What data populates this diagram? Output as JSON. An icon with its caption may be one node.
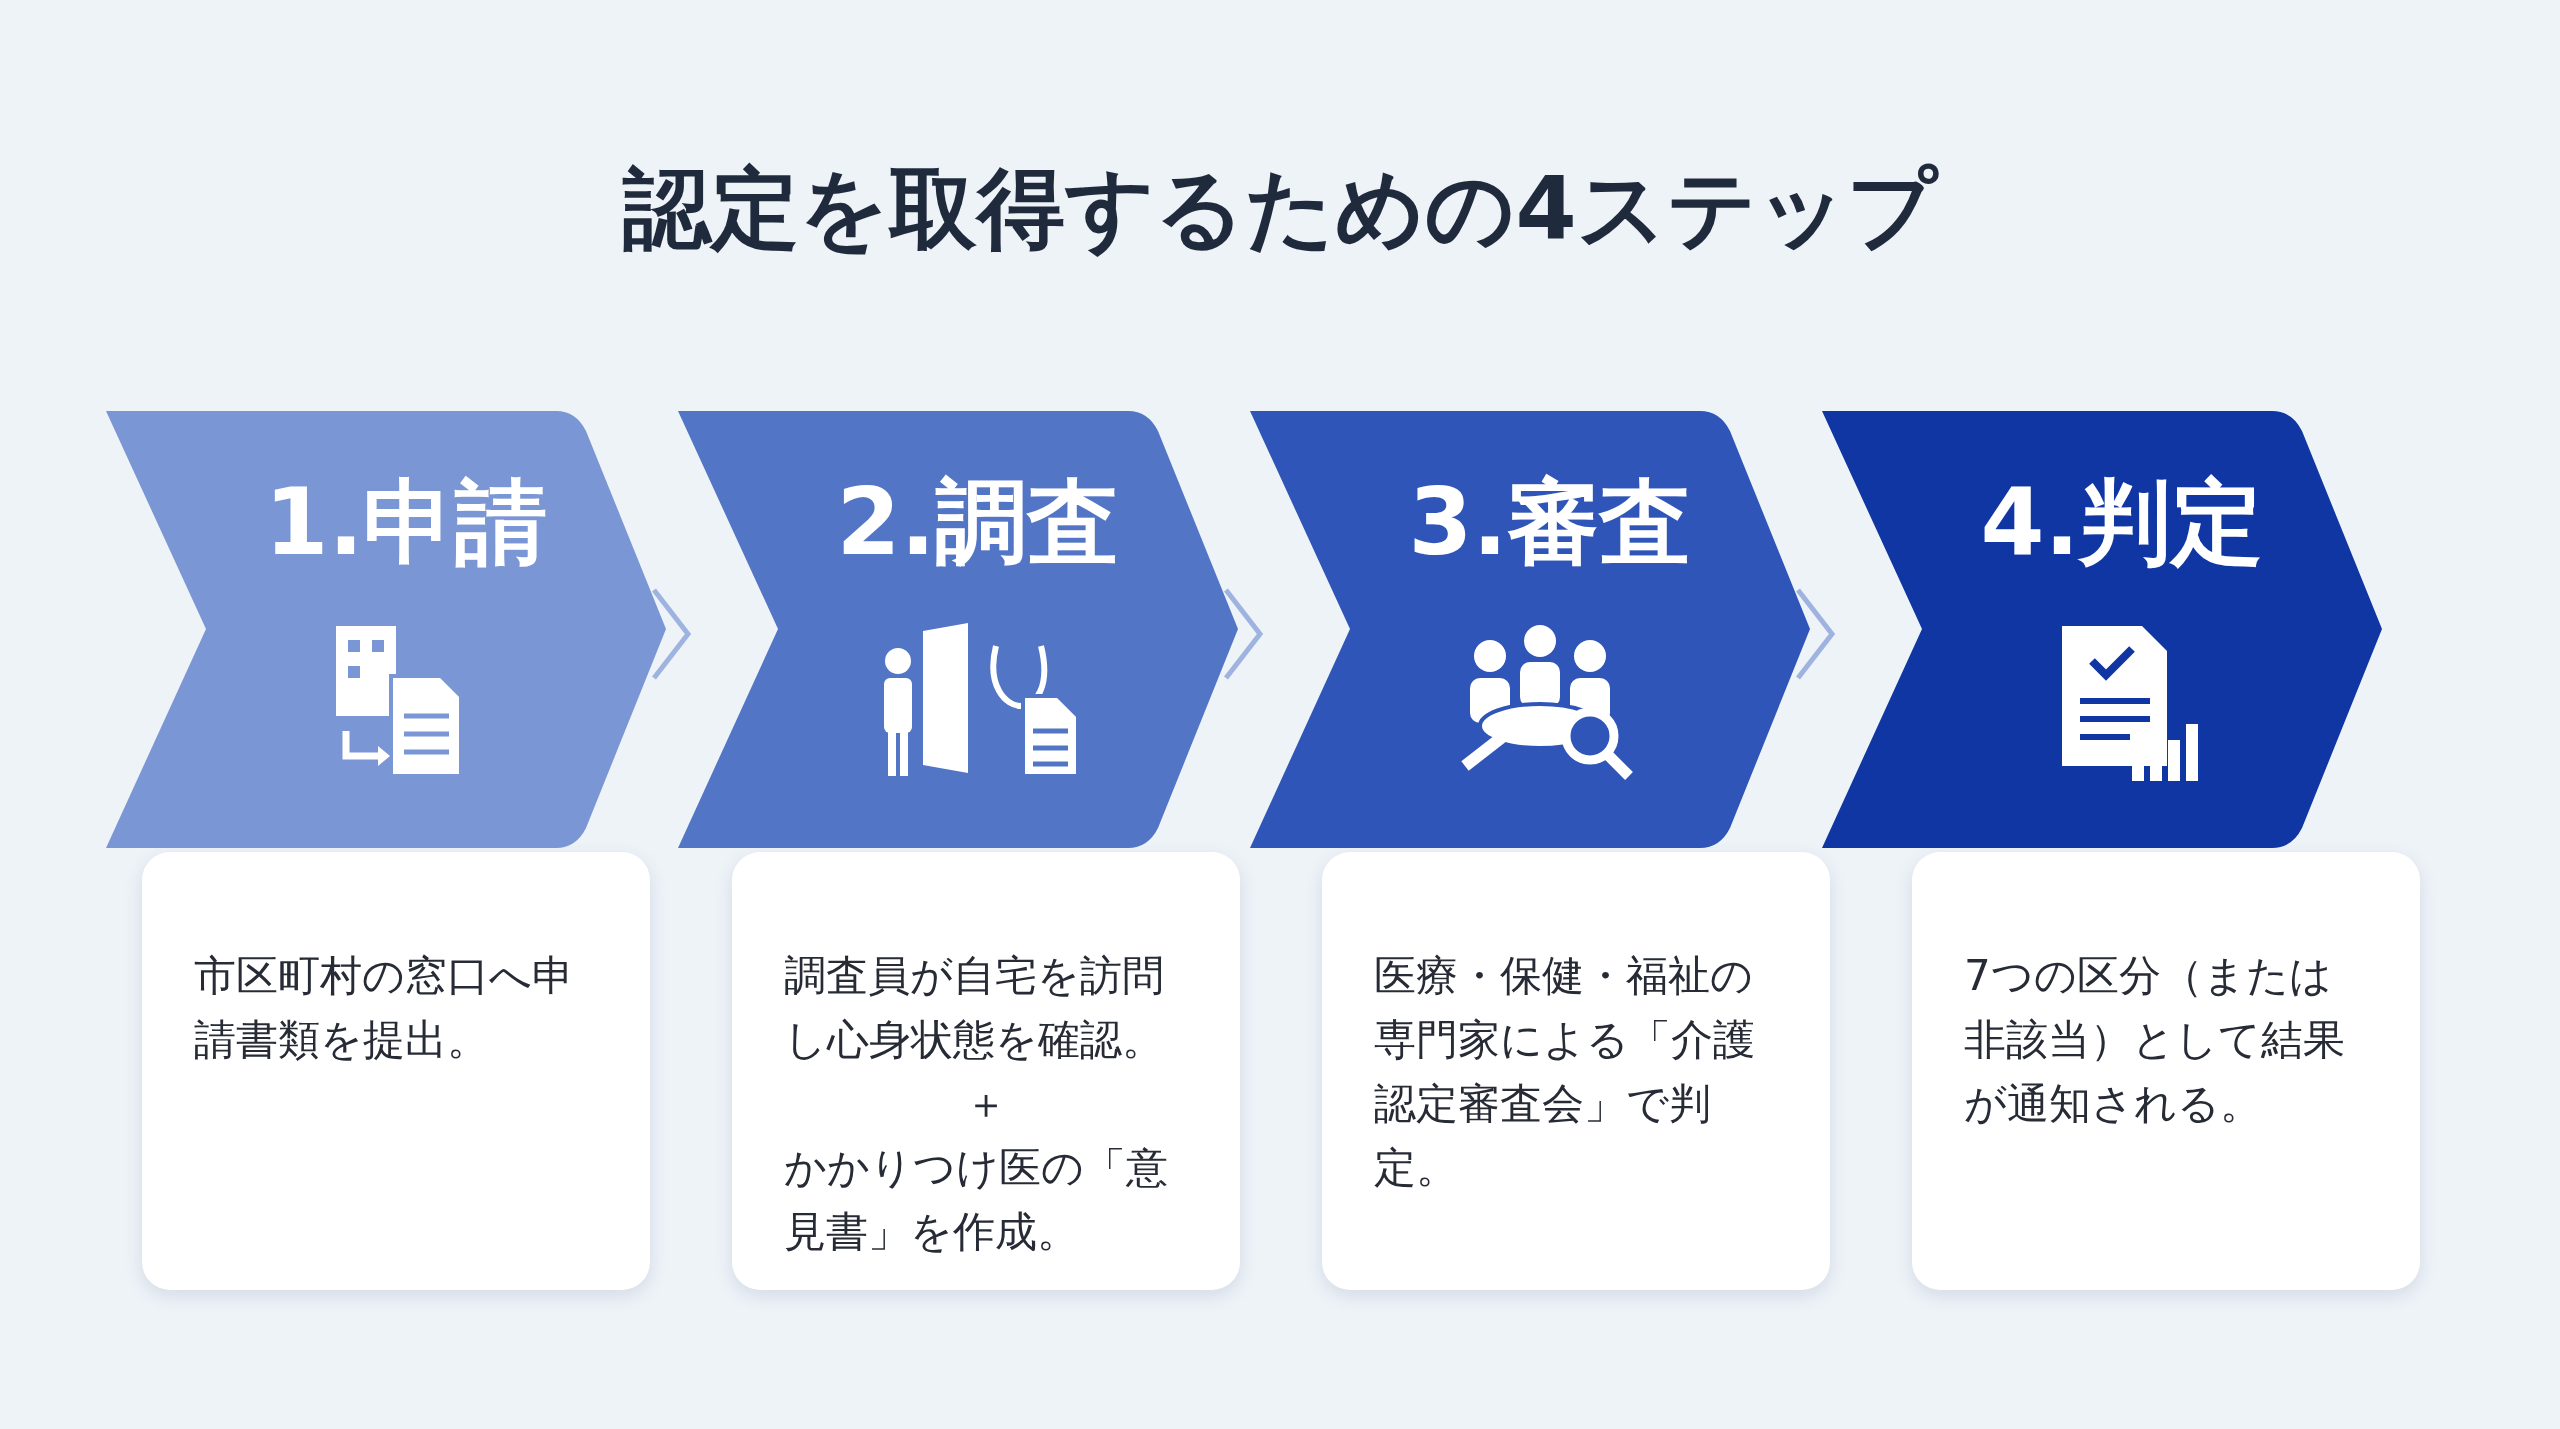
{
  "diagram": {
    "title": "認定を取得するための4ステップ",
    "nodes": [
      {
        "text": [
          "1.申請"
        ]
      },
      {
        "text": [
          "市区町村の窓口へ申請書類を提出。"
        ]
      },
      {
        "text": [
          "2.調査"
        ]
      },
      {
        "text": [
          "調査員が自宅を訪問し心身状態を確認。",
          "＋",
          "かかりつけ医の「意見書」を作成。"
        ]
      },
      {
        "text": [
          "3.審査"
        ]
      },
      {
        "text": [
          "医療・保健・福祉の専門家による「介護認定審査会」で判定。"
        ]
      },
      {
        "text": [
          "4.判定"
        ]
      },
      {
        "text": [
          "7つの区分（または非該当）として結果が通知される。"
        ]
      }
    ],
    "edges": [
      {
        "from": 0,
        "to": 2,
        "arrow": "to"
      },
      {
        "from": 2,
        "to": 4,
        "arrow": "to"
      },
      {
        "from": 4,
        "to": 6,
        "arrow": "to"
      }
    ]
  }
}
